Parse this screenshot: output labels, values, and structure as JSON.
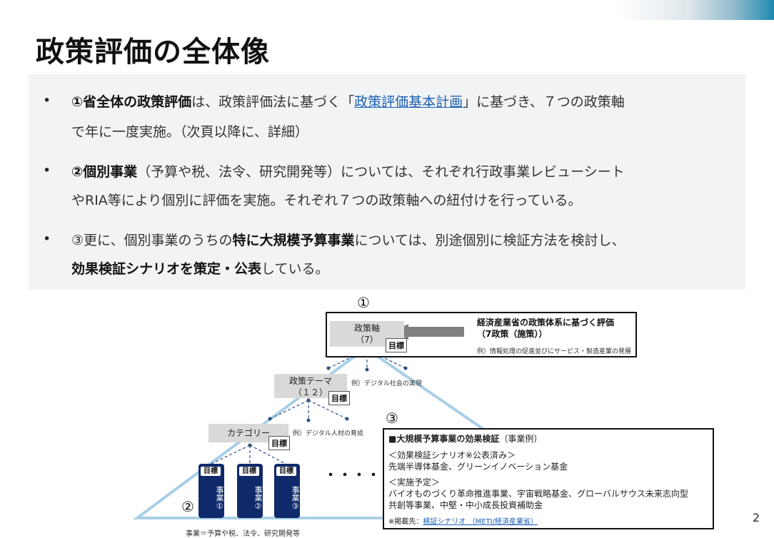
{
  "page_title": "政策評価の全体像",
  "bullets": [
    {
      "line1": [
        {
          "t": "①省全体の政策評価",
          "s": "bold"
        },
        {
          "t": "は、政策評価法に基づく「",
          "s": "normal"
        },
        {
          "t": "政策評価基本計画",
          "s": "link"
        },
        {
          "t": "」に基づき、７つの政策軸",
          "s": "normal"
        }
      ],
      "line2": [
        {
          "t": "で年に一度実施。（次頁以降に、詳細）",
          "s": "normal"
        }
      ]
    },
    {
      "line1": [
        {
          "t": "②個別事業",
          "s": "bold"
        },
        {
          "t": "（予算や税、法令、研究開発等）については、それぞれ行政事業レビューシート",
          "s": "normal"
        }
      ],
      "line2": [
        {
          "t": "やRIA等により個別に評価を実施。それぞれ７つの政策軸への紐付けを行っている。",
          "s": "normal"
        }
      ]
    },
    {
      "line1": [
        {
          "t": "③更に、個別事業のうちの",
          "s": "normal"
        },
        {
          "t": "特に大規模予算事業",
          "s": "bold"
        },
        {
          "t": "については、別途個別に検証方法を検討し、",
          "s": "normal"
        }
      ],
      "line2": [
        {
          "t": "効果検証シナリオを策定・公表",
          "s": "bold"
        },
        {
          "t": "している。",
          "s": "normal"
        }
      ]
    }
  ],
  "diagram": {
    "markers": {
      "one": "①",
      "two": "②",
      "three": "③"
    },
    "policy_axis": {
      "label": "政策軸",
      "count": "（7）",
      "goal": "目標"
    },
    "policy_theme": {
      "label": "政策テーマ",
      "count": "（１２）",
      "goal": "目標"
    },
    "category": {
      "label": "カテゴリー",
      "goal": "目標"
    },
    "theme_example": "例）デジタル社会の実現",
    "category_example": "例）デジタル人材の育成",
    "box_one": {
      "title_line1": "経済産業省の政策体系に基づく評価",
      "title_line2": "（7政策（施策））",
      "example": "例）情報処理の促進並びにサービス・製造産業の発展"
    },
    "businesses": [
      {
        "goal": "目標",
        "label": "事業①"
      },
      {
        "goal": "目標",
        "label": "事業②"
      },
      {
        "goal": "目標",
        "label": "事業③"
      }
    ],
    "ellipsis": "・・・・・",
    "footnote": "事業＝予算や税、法令、研究開発等",
    "box_three": {
      "title": "■大規模予算事業の効果検証",
      "title_suffix": "（事業例）",
      "published_header": "＜効果検証シナリオ※公表済み＞",
      "published_items": "先端半導体基金、グリーンイノベーション基金",
      "planned_header": "＜実施予定＞",
      "planned_line1": "バイオものづくり革命推進事業、宇宙戦略基金、グローバルサウス未来志向型",
      "planned_line2": "共創等事業、中堅・中小成長投資補助金",
      "source_prefix": "※掲載先：",
      "source_link": "検証シナリオ （METI/経済産業省）"
    }
  },
  "slide_number": "2",
  "colors": {
    "triangle": "#a9cfe6",
    "business_block": "#0e2a6b",
    "link": "#1a5fb4"
  }
}
